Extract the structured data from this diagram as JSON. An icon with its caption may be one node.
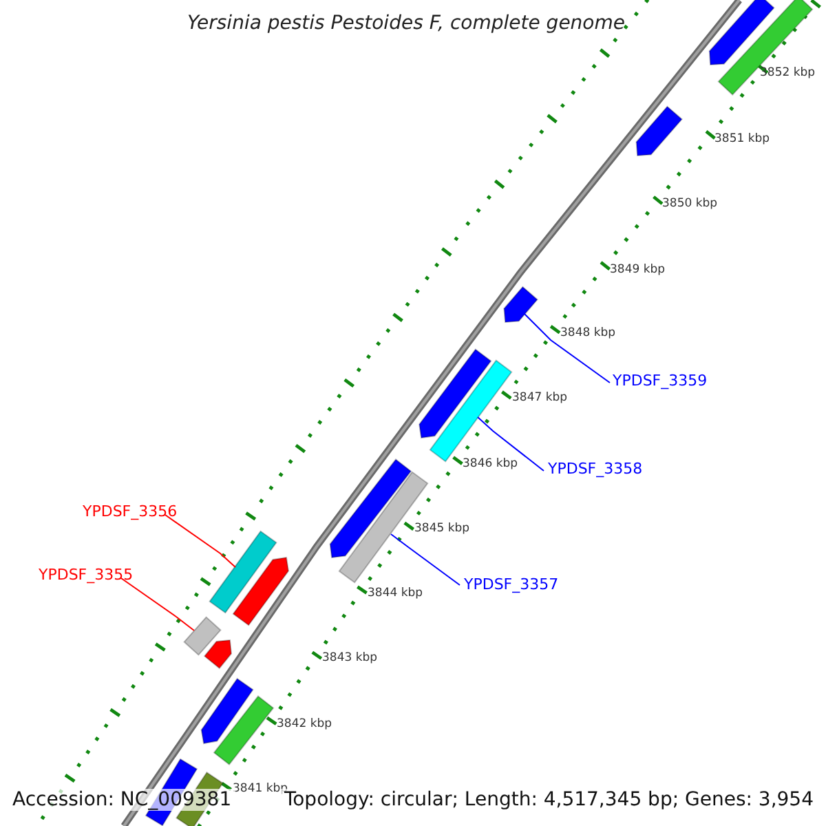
{
  "diagram": {
    "title": "Yersinia pestis Pestoides F, complete genome",
    "nodes": [
      {
        "text": [
          "YPDSF_3359"
        ]
      },
      {
        "text": [
          "YPDSF_3358"
        ]
      },
      {
        "text": [
          "YPDSF_3356"
        ]
      },
      {
        "text": [
          "YPDSF_3355"
        ]
      },
      {
        "text": [
          "YPDSF_3357"
        ]
      },
      {
        "text": [],
        "shape": "bar"
      },
      {
        "text": [],
        "shape": "bar"
      },
      {
        "text": [],
        "shape": "bar"
      },
      {
        "text": [],
        "shape": "bar"
      },
      {
        "text": [],
        "shape": "bar"
      },
      {
        "text": [],
        "shape": "bar"
      },
      {
        "text": [],
        "shape": "bar"
      },
      {
        "text": [],
        "shape": "bar"
      },
      {
        "text": [],
        "shape": "bar"
      },
      {
        "text": [],
        "shape": "bar"
      },
      {
        "text": [],
        "shape": "bar"
      },
      {
        "text": [],
        "shape": "bar"
      },
      {
        "text": [],
        "shape": "bar"
      },
      {
        "text": [],
        "shape": "bar"
      },
      {
        "text": [],
        "shape": "bar"
      },
      {
        "text": [],
        "shape": "bar"
      }
    ],
    "edges": [
      {
        "from": 0,
        "to": 8,
        "arrow": "none"
      },
      {
        "from": 1,
        "to": 10,
        "arrow": "none"
      },
      {
        "from": 4,
        "to": 12,
        "arrow": "none"
      },
      {
        "from": 2,
        "to": 13,
        "arrow": "none",
        "color": "#ff0000"
      },
      {
        "from": 3,
        "to": 15,
        "arrow": "none",
        "color": "#ff0000"
      }
    ],
    "labels": [
      "3852 kbp",
      "3851 kbp",
      "3850 kbp",
      "3849 kbp",
      "3848 kbp",
      "3847 kbp",
      "3846 kbp",
      "3845 kbp",
      "3844 kbp",
      "3843 kbp",
      "3842 kbp",
      "3841 kbp",
      "Accession: NC_009381",
      "Topology: circular; Length: 4,517,345 bp; Genes: 3,954"
    ]
  }
}
